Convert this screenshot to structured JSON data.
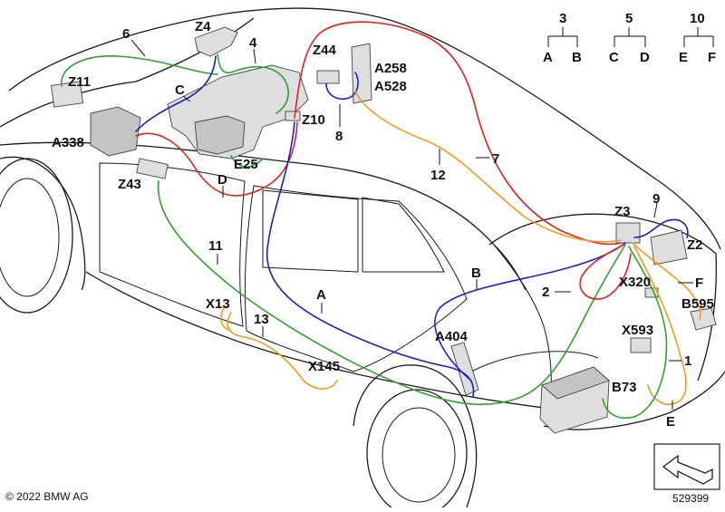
{
  "diagram": {
    "labels": {
      "z4": "Z4",
      "n6": "6",
      "n4": "4",
      "z44": "Z44",
      "a258": "A258",
      "a528": "A528",
      "z11": "Z11",
      "c": "C",
      "a338": "A338",
      "z10": "Z10",
      "n8": "8",
      "n7": "7",
      "n12": "12",
      "e25": "E25",
      "z43": "Z43",
      "d": "D",
      "n9": "9",
      "z3": "Z3",
      "z2": "Z2",
      "n11": "11",
      "b": "B",
      "f": "F",
      "x320": "X320",
      "n2": "2",
      "b595": "B595",
      "a": "A",
      "x13": "X13",
      "n13": "13",
      "a404": "A404",
      "x593": "X593",
      "n1": "1",
      "x145": "X145",
      "b73": "B73",
      "e": "E"
    },
    "legend": [
      {
        "parent": "3",
        "left": "A",
        "right": "B"
      },
      {
        "parent": "5",
        "left": "C",
        "right": "D"
      },
      {
        "parent": "10",
        "left": "E",
        "right": "F"
      }
    ],
    "copyright": "© 2022 BMW AG",
    "image_number": "529399",
    "wire_colors": {
      "green": "#2ea02e",
      "red": "#e0201c",
      "blue": "#1f1fc8",
      "orange": "#f39a1f"
    }
  }
}
